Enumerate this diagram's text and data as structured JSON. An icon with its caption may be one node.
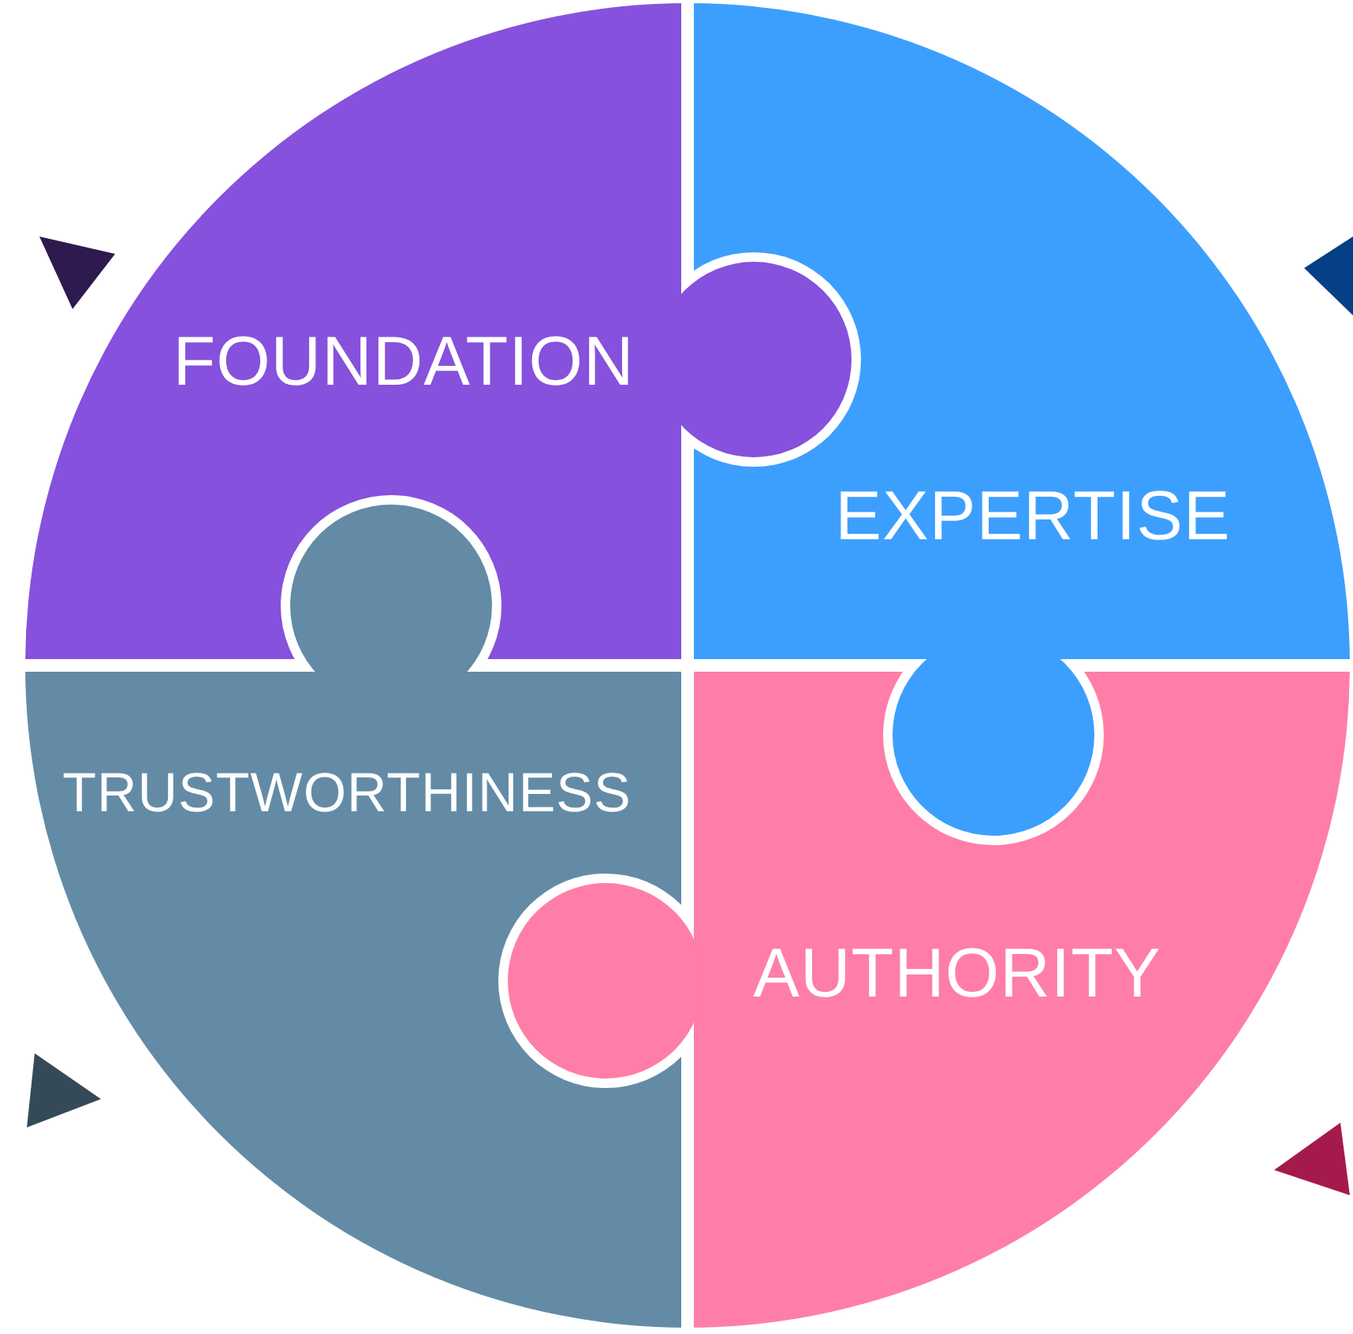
{
  "diagram": {
    "nodes": [
      {
        "text": [
          "FOUNDATION"
        ]
      },
      {
        "text": [
          "EXPERTISE"
        ]
      },
      {
        "text": [
          "TRUSTWORTHINESS"
        ]
      },
      {
        "text": [
          "AUTHORITY"
        ]
      }
    ]
  }
}
